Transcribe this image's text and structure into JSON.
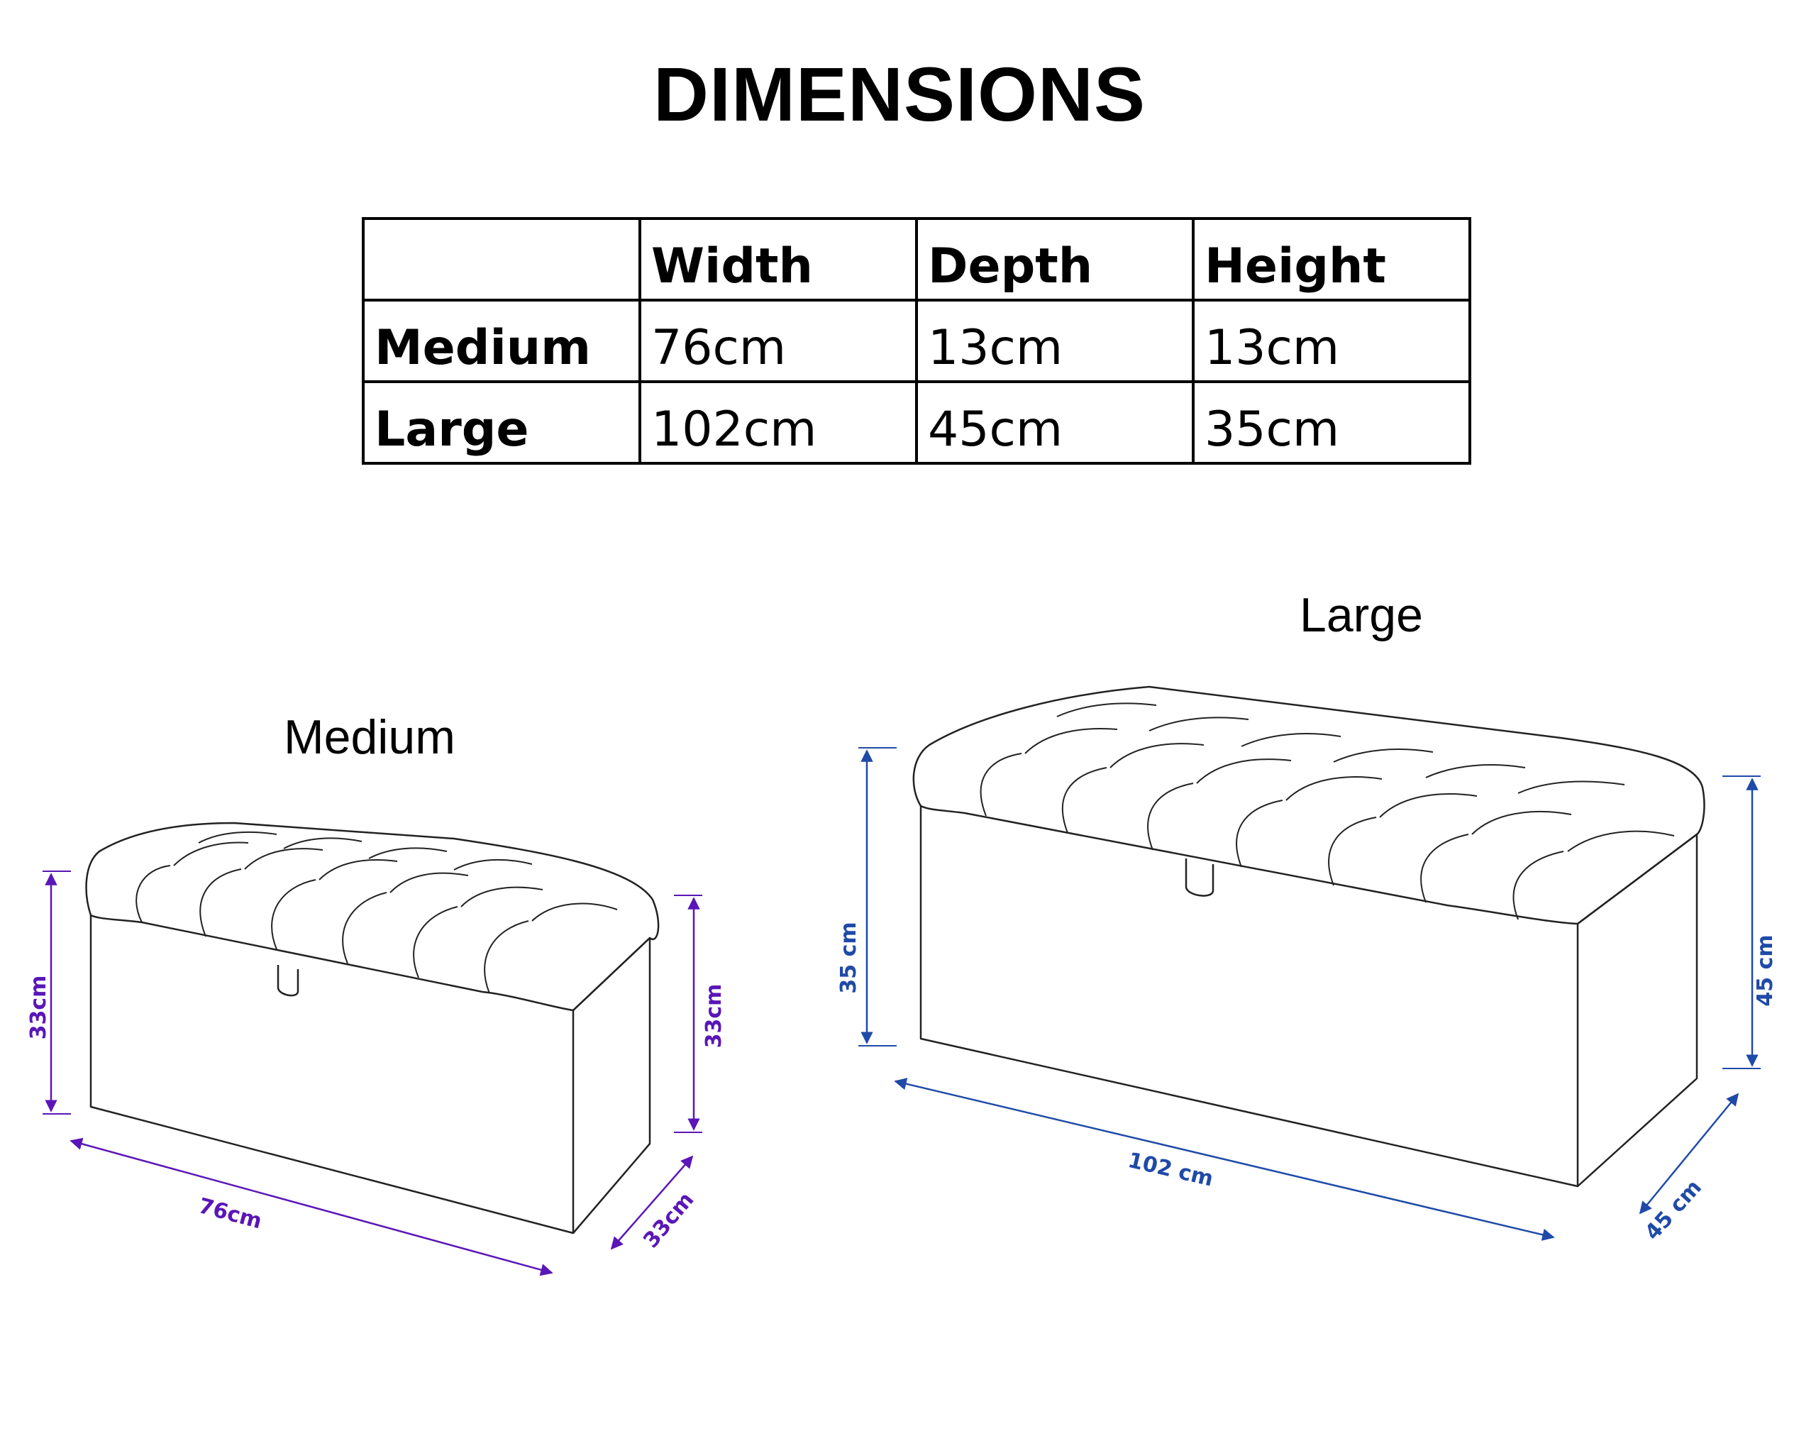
{
  "title": "DIMENSIONS",
  "table": {
    "headers": [
      "",
      "Width",
      "Depth",
      "Height"
    ],
    "rows": [
      {
        "label": "Medium",
        "width": "76cm",
        "depth": "13cm",
        "height": "13cm"
      },
      {
        "label": "Large",
        "width": "102cm",
        "depth": "45cm",
        "height": "35cm"
      }
    ]
  },
  "medium": {
    "label": "Medium",
    "dim_left_height": "33cm",
    "dim_right_height": "33cm",
    "dim_width": "76cm",
    "dim_depth": "33cm"
  },
  "large": {
    "label": "Large",
    "dim_left_height": "35 cm",
    "dim_right_height": "45 cm",
    "dim_width": "102 cm",
    "dim_depth": "45 cm"
  },
  "colors": {
    "medium_dimension": "#5a16b8",
    "large_dimension": "#1f4aa8",
    "line": "#222222"
  }
}
